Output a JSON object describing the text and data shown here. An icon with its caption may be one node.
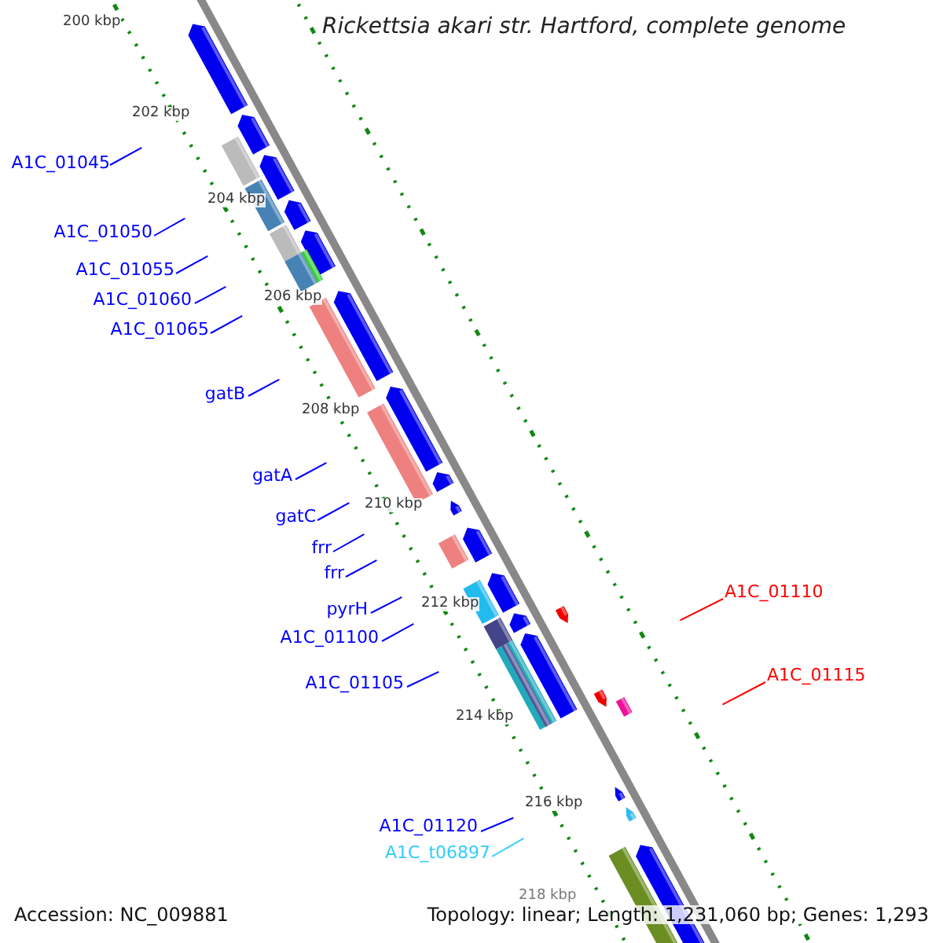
{
  "diagram": {
    "title": "Rickettsia akari str. Hartford, complete genome",
    "nodes": [
      {
        "text": [
          "A1C_01045"
        ]
      },
      {
        "text": [
          "A1C_01050"
        ]
      },
      {
        "text": [
          "A1C_01055"
        ]
      },
      {
        "text": [
          "A1C_01060"
        ]
      },
      {
        "text": [
          "A1C_01065"
        ]
      },
      {
        "text": [
          "gatB"
        ]
      },
      {
        "text": [
          "gatA"
        ]
      },
      {
        "text": [
          "gatC"
        ]
      },
      {
        "text": [
          "frr"
        ]
      },
      {
        "text": [
          "frr"
        ]
      },
      {
        "text": [
          "pyrH"
        ]
      },
      {
        "text": [
          "A1C_01100"
        ]
      },
      {
        "text": [
          "A1C_01105"
        ]
      },
      {
        "text": [
          "A1C_01110"
        ]
      },
      {
        "text": [
          "A1C_01115"
        ]
      },
      {
        "text": [
          "A1C_01120"
        ]
      },
      {
        "text": [
          "A1C_t06897"
        ]
      }
    ],
    "edges": [
      {
        "from": 0,
        "to": null,
        "arrow": "none"
      },
      {
        "from": 1,
        "to": null,
        "arrow": "none"
      },
      {
        "from": 2,
        "to": null,
        "arrow": "none"
      },
      {
        "from": 3,
        "to": null,
        "arrow": "none"
      },
      {
        "from": 4,
        "to": null,
        "arrow": "none"
      },
      {
        "from": 5,
        "to": null,
        "arrow": "none"
      },
      {
        "from": 6,
        "to": null,
        "arrow": "none"
      },
      {
        "from": 7,
        "to": null,
        "arrow": "none"
      },
      {
        "from": 8,
        "to": null,
        "arrow": "none"
      },
      {
        "from": 9,
        "to": null,
        "arrow": "none"
      },
      {
        "from": 10,
        "to": null,
        "arrow": "none"
      },
      {
        "from": 11,
        "to": null,
        "arrow": "none"
      },
      {
        "from": 12,
        "to": null,
        "arrow": "none"
      },
      {
        "from": 13,
        "to": null,
        "arrow": "none",
        "color": "#ff0000"
      },
      {
        "from": 14,
        "to": null,
        "arrow": "none",
        "color": "#ff0000"
      },
      {
        "from": 15,
        "to": null,
        "arrow": "none"
      },
      {
        "from": 16,
        "to": null,
        "arrow": "none",
        "color": "#33ccff"
      }
    ],
    "labels": [
      "200 kbp",
      "202 kbp",
      "204 kbp",
      "206 kbp",
      "208 kbp",
      "210 kbp",
      "212 kbp",
      "214 kbp",
      "216 kbp",
      "218 kbp",
      "Accession: NC_009881",
      "Topology: linear; Length: 1,231,060 bp; Genes: 1,293"
    ]
  }
}
